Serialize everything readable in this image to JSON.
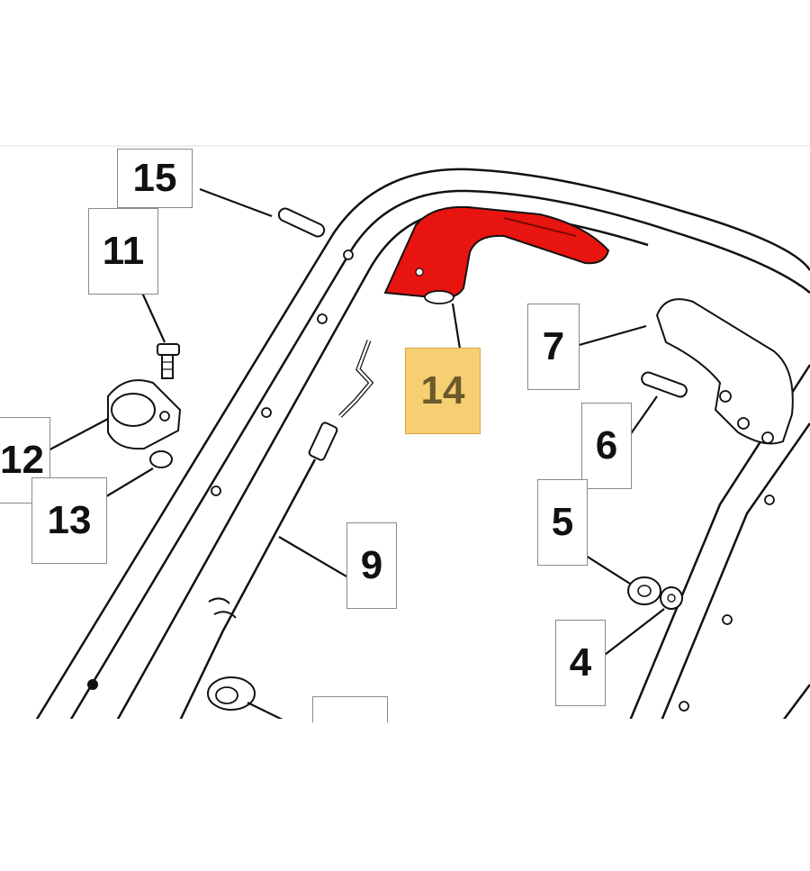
{
  "diagram": {
    "callouts": [
      {
        "id": "15",
        "label": "15"
      },
      {
        "id": "11",
        "label": "11"
      },
      {
        "id": "12",
        "label": "12"
      },
      {
        "id": "13",
        "label": "13"
      },
      {
        "id": "14",
        "label": "14",
        "highlighted": true
      },
      {
        "id": "7",
        "label": "7"
      },
      {
        "id": "6",
        "label": "6"
      },
      {
        "id": "5",
        "label": "5"
      },
      {
        "id": "9",
        "label": "9"
      },
      {
        "id": "4",
        "label": "4"
      },
      {
        "id": "blank",
        "label": ""
      }
    ],
    "colors": {
      "highlight_fill": "#f7cf73",
      "highlight_text": "#6b5a2a",
      "highlighted_part": "#e8140f",
      "line": "#111111",
      "box_border": "#8a8a8a"
    }
  }
}
